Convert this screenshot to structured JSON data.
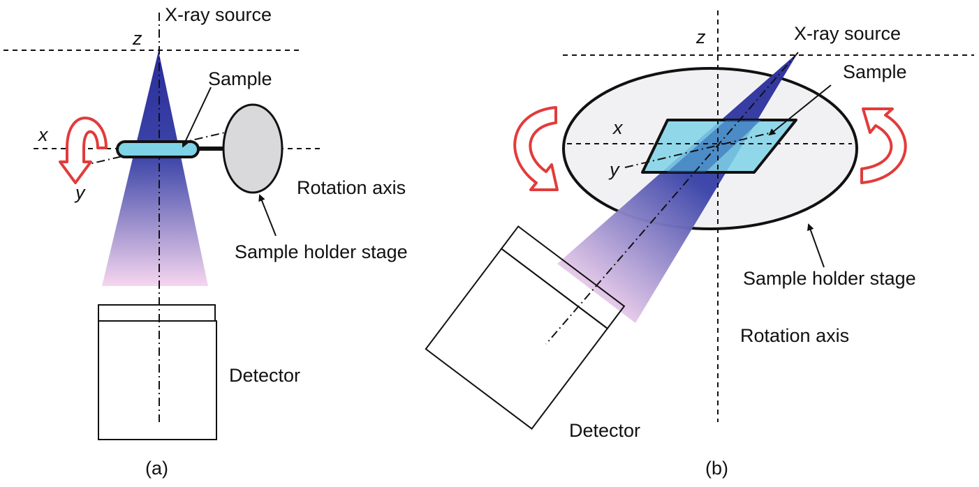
{
  "panel_a": {
    "caption": "(a)",
    "labels": {
      "xray_source": "X-ray source",
      "sample": "Sample",
      "rotation_axis": "Rotation axis",
      "sample_holder_stage": "Sample holder stage",
      "detector": "Detector",
      "axis_x": "x",
      "axis_y": "y",
      "axis_z": "z"
    }
  },
  "panel_b": {
    "caption": "(b)",
    "labels": {
      "xray_source": "X-ray source",
      "sample": "Sample",
      "rotation_axis": "Rotation axis",
      "sample_holder_stage": "Sample holder stage",
      "detector": "Detector",
      "axis_x": "x",
      "axis_y": "y",
      "axis_z": "z"
    }
  },
  "colors": {
    "beam_top": "#2a2d9a",
    "beam_bottom": "#f6d6ef",
    "sample_fill": "#7fd3e6",
    "stage_fill": "#d9d9dc",
    "arrow_red": "#e23b3b"
  }
}
